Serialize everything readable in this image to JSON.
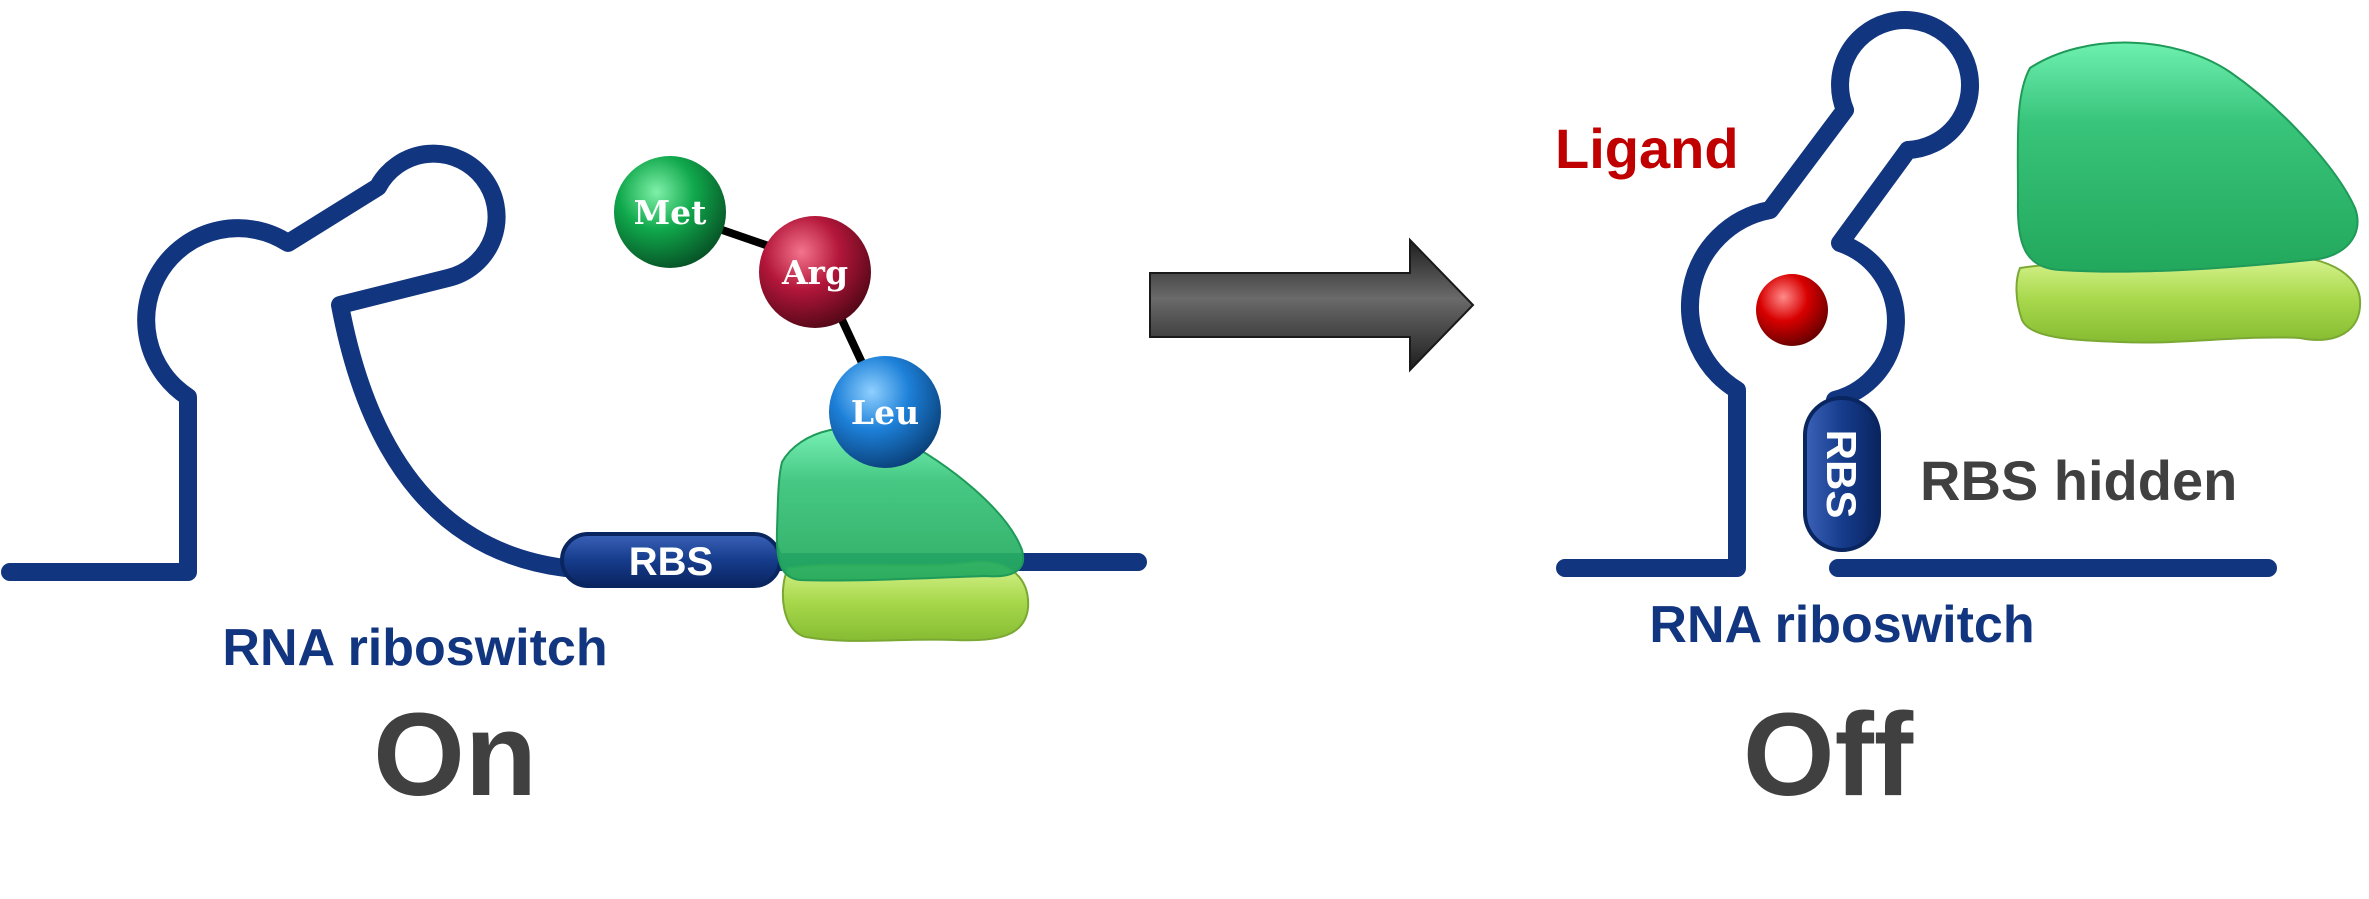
{
  "on_panel": {
    "state_label": "On",
    "riboswitch_label": "RNA riboswitch",
    "rbs_label": "RBS",
    "amino_acids": [
      {
        "name": "Met",
        "color": "#0fa04a"
      },
      {
        "name": "Arg",
        "color": "#b0183a"
      },
      {
        "name": "Leu",
        "color": "#1d7fd6"
      }
    ]
  },
  "off_panel": {
    "state_label": "Off",
    "riboswitch_label": "RNA riboswitch",
    "rbs_label": "RBS",
    "ligand_label": "Ligand",
    "rbs_hidden_label": "RBS hidden"
  },
  "colors": {
    "rna_strand": "#123580",
    "rbs_fill": "#163c8c",
    "ribosome_large": "#2fc070",
    "ribosome_small": "#a6d84a",
    "ligand": "#d40000",
    "ligand_label": "#c00000",
    "state_label": "#404040",
    "arrow": "#3a3a3a"
  }
}
